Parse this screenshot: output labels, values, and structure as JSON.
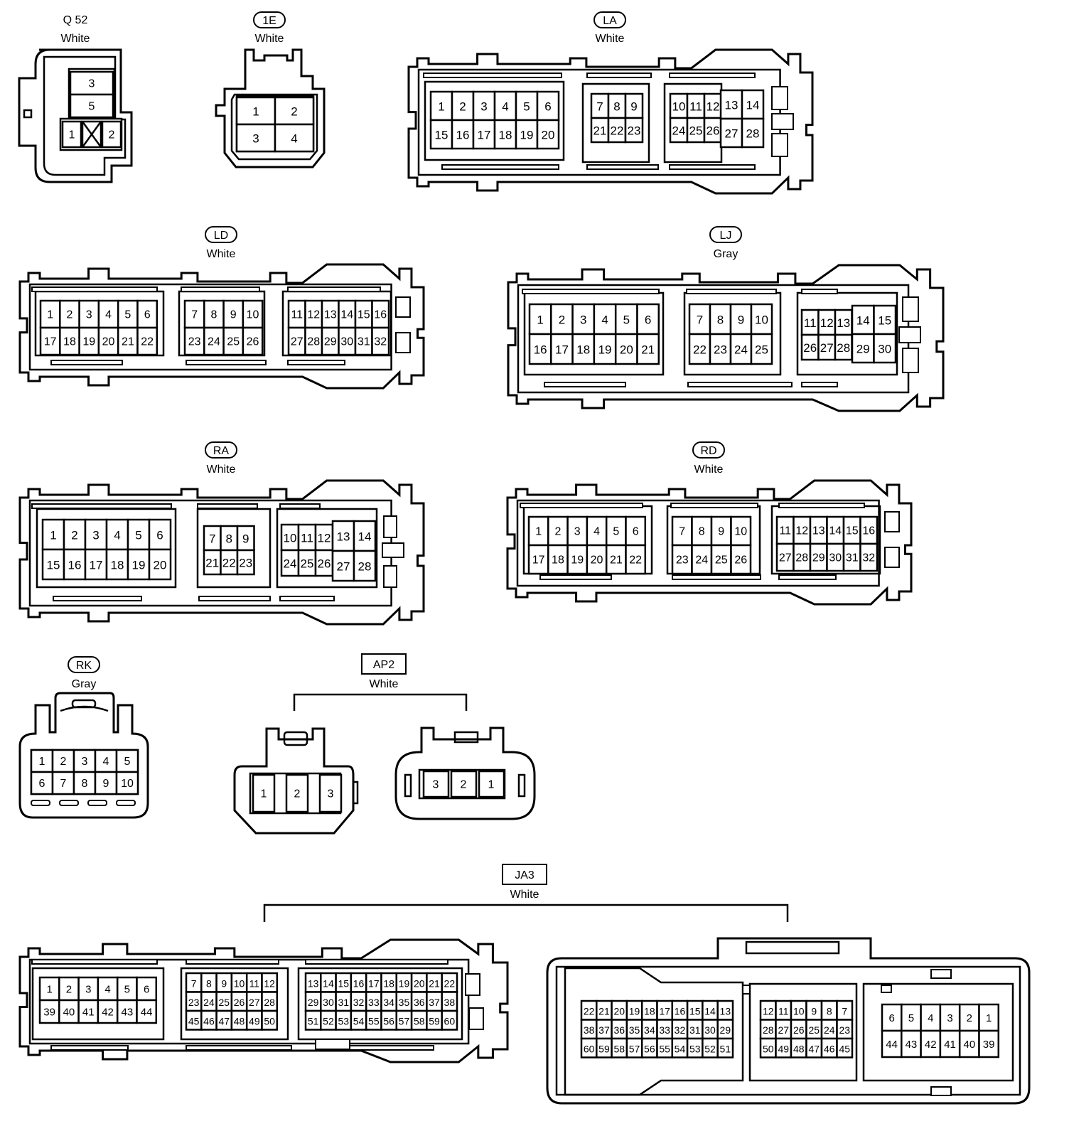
{
  "connectors": [
    {
      "id": "q52",
      "code": "Q 52",
      "color": "White",
      "tag": "none"
    },
    {
      "id": "1e",
      "code": "1E",
      "color": "White",
      "tag": "oval"
    },
    {
      "id": "la",
      "code": "LA",
      "color": "White",
      "tag": "oval"
    },
    {
      "id": "ld",
      "code": "LD",
      "color": "White",
      "tag": "oval"
    },
    {
      "id": "lj",
      "code": "LJ",
      "color": "Gray",
      "tag": "oval"
    },
    {
      "id": "ra",
      "code": "RA",
      "color": "White",
      "tag": "oval"
    },
    {
      "id": "rd",
      "code": "RD",
      "color": "White",
      "tag": "oval"
    },
    {
      "id": "rk",
      "code": "RK",
      "color": "Gray",
      "tag": "oval"
    },
    {
      "id": "ap2",
      "code": "AP2",
      "color": "White",
      "tag": "rect"
    },
    {
      "id": "ja3",
      "code": "JA3",
      "color": "White",
      "tag": "rect"
    }
  ],
  "pins": {
    "q52": [
      [
        "3"
      ],
      [
        "5"
      ],
      [
        "1",
        "",
        "2"
      ]
    ],
    "e1": [
      [
        "1",
        "2"
      ],
      [
        "3",
        "4"
      ]
    ],
    "la": [
      [
        [
          "1",
          "2",
          "3",
          "4",
          "5",
          "6"
        ],
        [
          "15",
          "16",
          "17",
          "18",
          "19",
          "20"
        ]
      ],
      [
        [
          "7",
          "8",
          "9"
        ],
        [
          "21",
          "22",
          "23"
        ]
      ],
      [
        [
          "10",
          "11",
          "12"
        ],
        [
          "24",
          "25",
          "26"
        ]
      ],
      [
        [
          "13",
          "14"
        ],
        [
          "27",
          "28"
        ]
      ]
    ],
    "ld": [
      [
        [
          "1",
          "2",
          "3",
          "4",
          "5",
          "6"
        ],
        [
          "17",
          "18",
          "19",
          "20",
          "21",
          "22"
        ]
      ],
      [
        [
          "7",
          "8",
          "9",
          "10"
        ],
        [
          "23",
          "24",
          "25",
          "26"
        ]
      ],
      [
        [
          "11",
          "12",
          "13",
          "14",
          "15",
          "16"
        ],
        [
          "27",
          "28",
          "29",
          "30",
          "31",
          "32"
        ]
      ]
    ],
    "lj": [
      [
        [
          "1",
          "2",
          "3",
          "4",
          "5",
          "6"
        ],
        [
          "16",
          "17",
          "18",
          "19",
          "20",
          "21"
        ]
      ],
      [
        [
          "7",
          "8",
          "9",
          "10"
        ],
        [
          "22",
          "23",
          "24",
          "25"
        ]
      ],
      [
        [
          "11",
          "12",
          "13"
        ],
        [
          "26",
          "27",
          "28"
        ]
      ],
      [
        [
          "14",
          "15"
        ],
        [
          "29",
          "30"
        ]
      ]
    ],
    "ra": [
      [
        [
          "1",
          "2",
          "3",
          "4",
          "5",
          "6"
        ],
        [
          "15",
          "16",
          "17",
          "18",
          "19",
          "20"
        ]
      ],
      [
        [
          "7",
          "8",
          "9"
        ],
        [
          "21",
          "22",
          "23"
        ]
      ],
      [
        [
          "10",
          "11",
          "12"
        ],
        [
          "24",
          "25",
          "26"
        ]
      ],
      [
        [
          "13",
          "14"
        ],
        [
          "27",
          "28"
        ]
      ]
    ],
    "rd": [
      [
        [
          "1",
          "2",
          "3",
          "4",
          "5",
          "6"
        ],
        [
          "17",
          "18",
          "19",
          "20",
          "21",
          "22"
        ]
      ],
      [
        [
          "7",
          "8",
          "9",
          "10"
        ],
        [
          "23",
          "24",
          "25",
          "26"
        ]
      ],
      [
        [
          "11",
          "12",
          "13",
          "14",
          "15",
          "16"
        ],
        [
          "27",
          "28",
          "29",
          "30",
          "31",
          "32"
        ]
      ]
    ],
    "rk": [
      [
        "1",
        "2",
        "3",
        "4",
        "5"
      ],
      [
        "6",
        "7",
        "8",
        "9",
        "10"
      ]
    ],
    "ap2a": [
      "1",
      "2",
      "3"
    ],
    "ap2b": [
      "3",
      "2",
      "1"
    ],
    "ja3a": [
      [
        [
          "1",
          "2",
          "3",
          "4",
          "5",
          "6"
        ],
        [
          "39",
          "40",
          "41",
          "42",
          "43",
          "44"
        ]
      ],
      [
        [
          "7",
          "8",
          "9",
          "10",
          "11",
          "12"
        ],
        [
          "23",
          "24",
          "25",
          "26",
          "27",
          "28"
        ],
        [
          "45",
          "46",
          "47",
          "48",
          "49",
          "50"
        ]
      ],
      [
        [
          "13",
          "14",
          "15",
          "16",
          "17",
          "18",
          "19",
          "20",
          "21",
          "22"
        ],
        [
          "29",
          "30",
          "31",
          "32",
          "33",
          "34",
          "35",
          "36",
          "37",
          "38"
        ],
        [
          "51",
          "52",
          "53",
          "54",
          "55",
          "56",
          "57",
          "58",
          "59",
          "60"
        ]
      ]
    ],
    "ja3b": [
      [
        [
          "22",
          "21",
          "20",
          "19",
          "18",
          "17",
          "16",
          "15",
          "14",
          "13"
        ],
        [
          "38",
          "37",
          "36",
          "35",
          "34",
          "33",
          "32",
          "31",
          "30",
          "29"
        ],
        [
          "60",
          "59",
          "58",
          "57",
          "56",
          "55",
          "54",
          "53",
          "52",
          "51"
        ]
      ],
      [
        [
          "12",
          "11",
          "10",
          "9",
          "8",
          "7"
        ],
        [
          "28",
          "27",
          "26",
          "25",
          "24",
          "23"
        ],
        [
          "50",
          "49",
          "48",
          "47",
          "46",
          "45"
        ]
      ],
      [
        [
          "6",
          "5",
          "4",
          "3",
          "2",
          "1"
        ],
        [
          "44",
          "43",
          "42",
          "41",
          "40",
          "39"
        ]
      ]
    ]
  }
}
